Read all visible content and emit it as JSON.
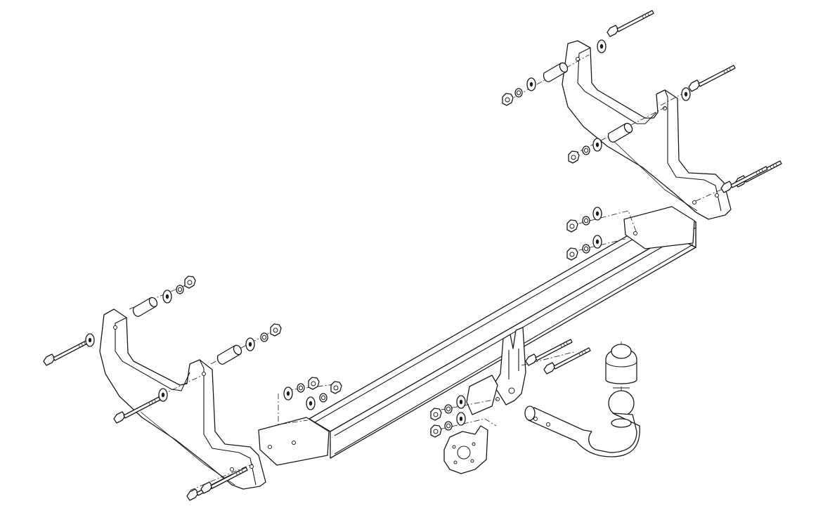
{
  "diagram": {
    "kind": "exploded-assembly",
    "components": {
      "crossbar": "crossbar-beam",
      "left_bracket": "left-mounting-bracket",
      "right_bracket": "right-mounting-bracket",
      "tow_ball": "tow-ball-neck",
      "ball_cover": "ball-cover-cap",
      "socket_plate": "socket-mounting-plate",
      "fasteners": [
        "bolt",
        "washer",
        "spring-washer",
        "nut",
        "spacer-sleeve"
      ]
    },
    "colors": {
      "ink": "#1a1a1a",
      "paper": "#ffffff"
    }
  }
}
